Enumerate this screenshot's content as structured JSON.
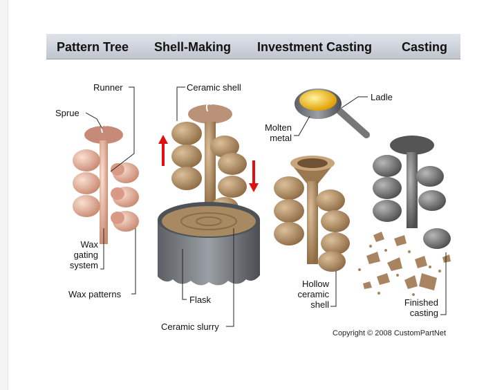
{
  "stages": [
    "Pattern Tree",
    "Shell-Making",
    "Investment Casting",
    "Casting"
  ],
  "labels": {
    "runner": "Runner",
    "sprue": "Sprue",
    "wax_gating_system": [
      "Wax",
      "gating",
      "system"
    ],
    "wax_patterns": "Wax patterns",
    "ceramic_shell": "Ceramic shell",
    "flask": "Flask",
    "ceramic_slurry": "Ceramic slurry",
    "ladle": "Ladle",
    "molten_metal": [
      "Molten",
      "metal"
    ],
    "hollow_ceramic_shell": [
      "Hollow",
      "ceramic",
      "shell"
    ],
    "finished_casting": [
      "Finished",
      "casting"
    ]
  },
  "copyright": "Copyright © 2008 CustomPartNet",
  "colors": {
    "wax": "#e9b29a",
    "ceramic": "#b8956a",
    "metal": "#707070",
    "arrow": "#e01010",
    "header": "#c9ced8"
  }
}
